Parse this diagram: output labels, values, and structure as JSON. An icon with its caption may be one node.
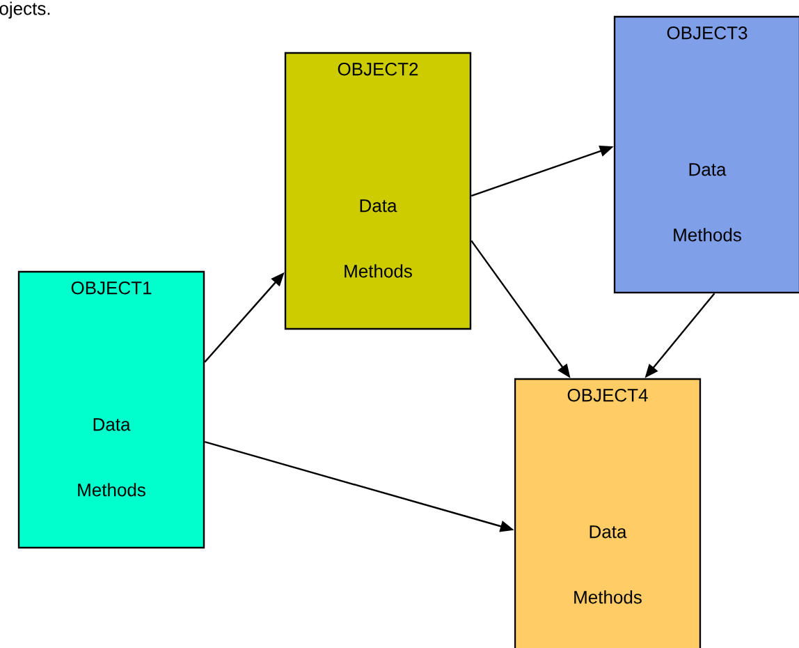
{
  "diagram": {
    "nodes": [
      {
        "text": [
          "OBJECT1",
          "Data",
          "Methods"
        ]
      },
      {
        "text": [
          "OBJECT2",
          "Data",
          "Methods"
        ]
      },
      {
        "text": [
          "OBJECT3",
          "Data",
          "Methods"
        ]
      },
      {
        "text": [
          "OBJECT4",
          "Data",
          "Methods"
        ]
      }
    ],
    "edges": [
      {
        "from": 0,
        "to": 1,
        "arrow": "to"
      },
      {
        "from": 1,
        "to": 2,
        "arrow": "to"
      },
      {
        "from": 1,
        "to": 3,
        "arrow": "to"
      },
      {
        "from": 2,
        "to": 3,
        "arrow": "to"
      },
      {
        "from": 0,
        "to": 3,
        "arrow": "to"
      }
    ],
    "labels": [
      "ojects."
    ]
  }
}
